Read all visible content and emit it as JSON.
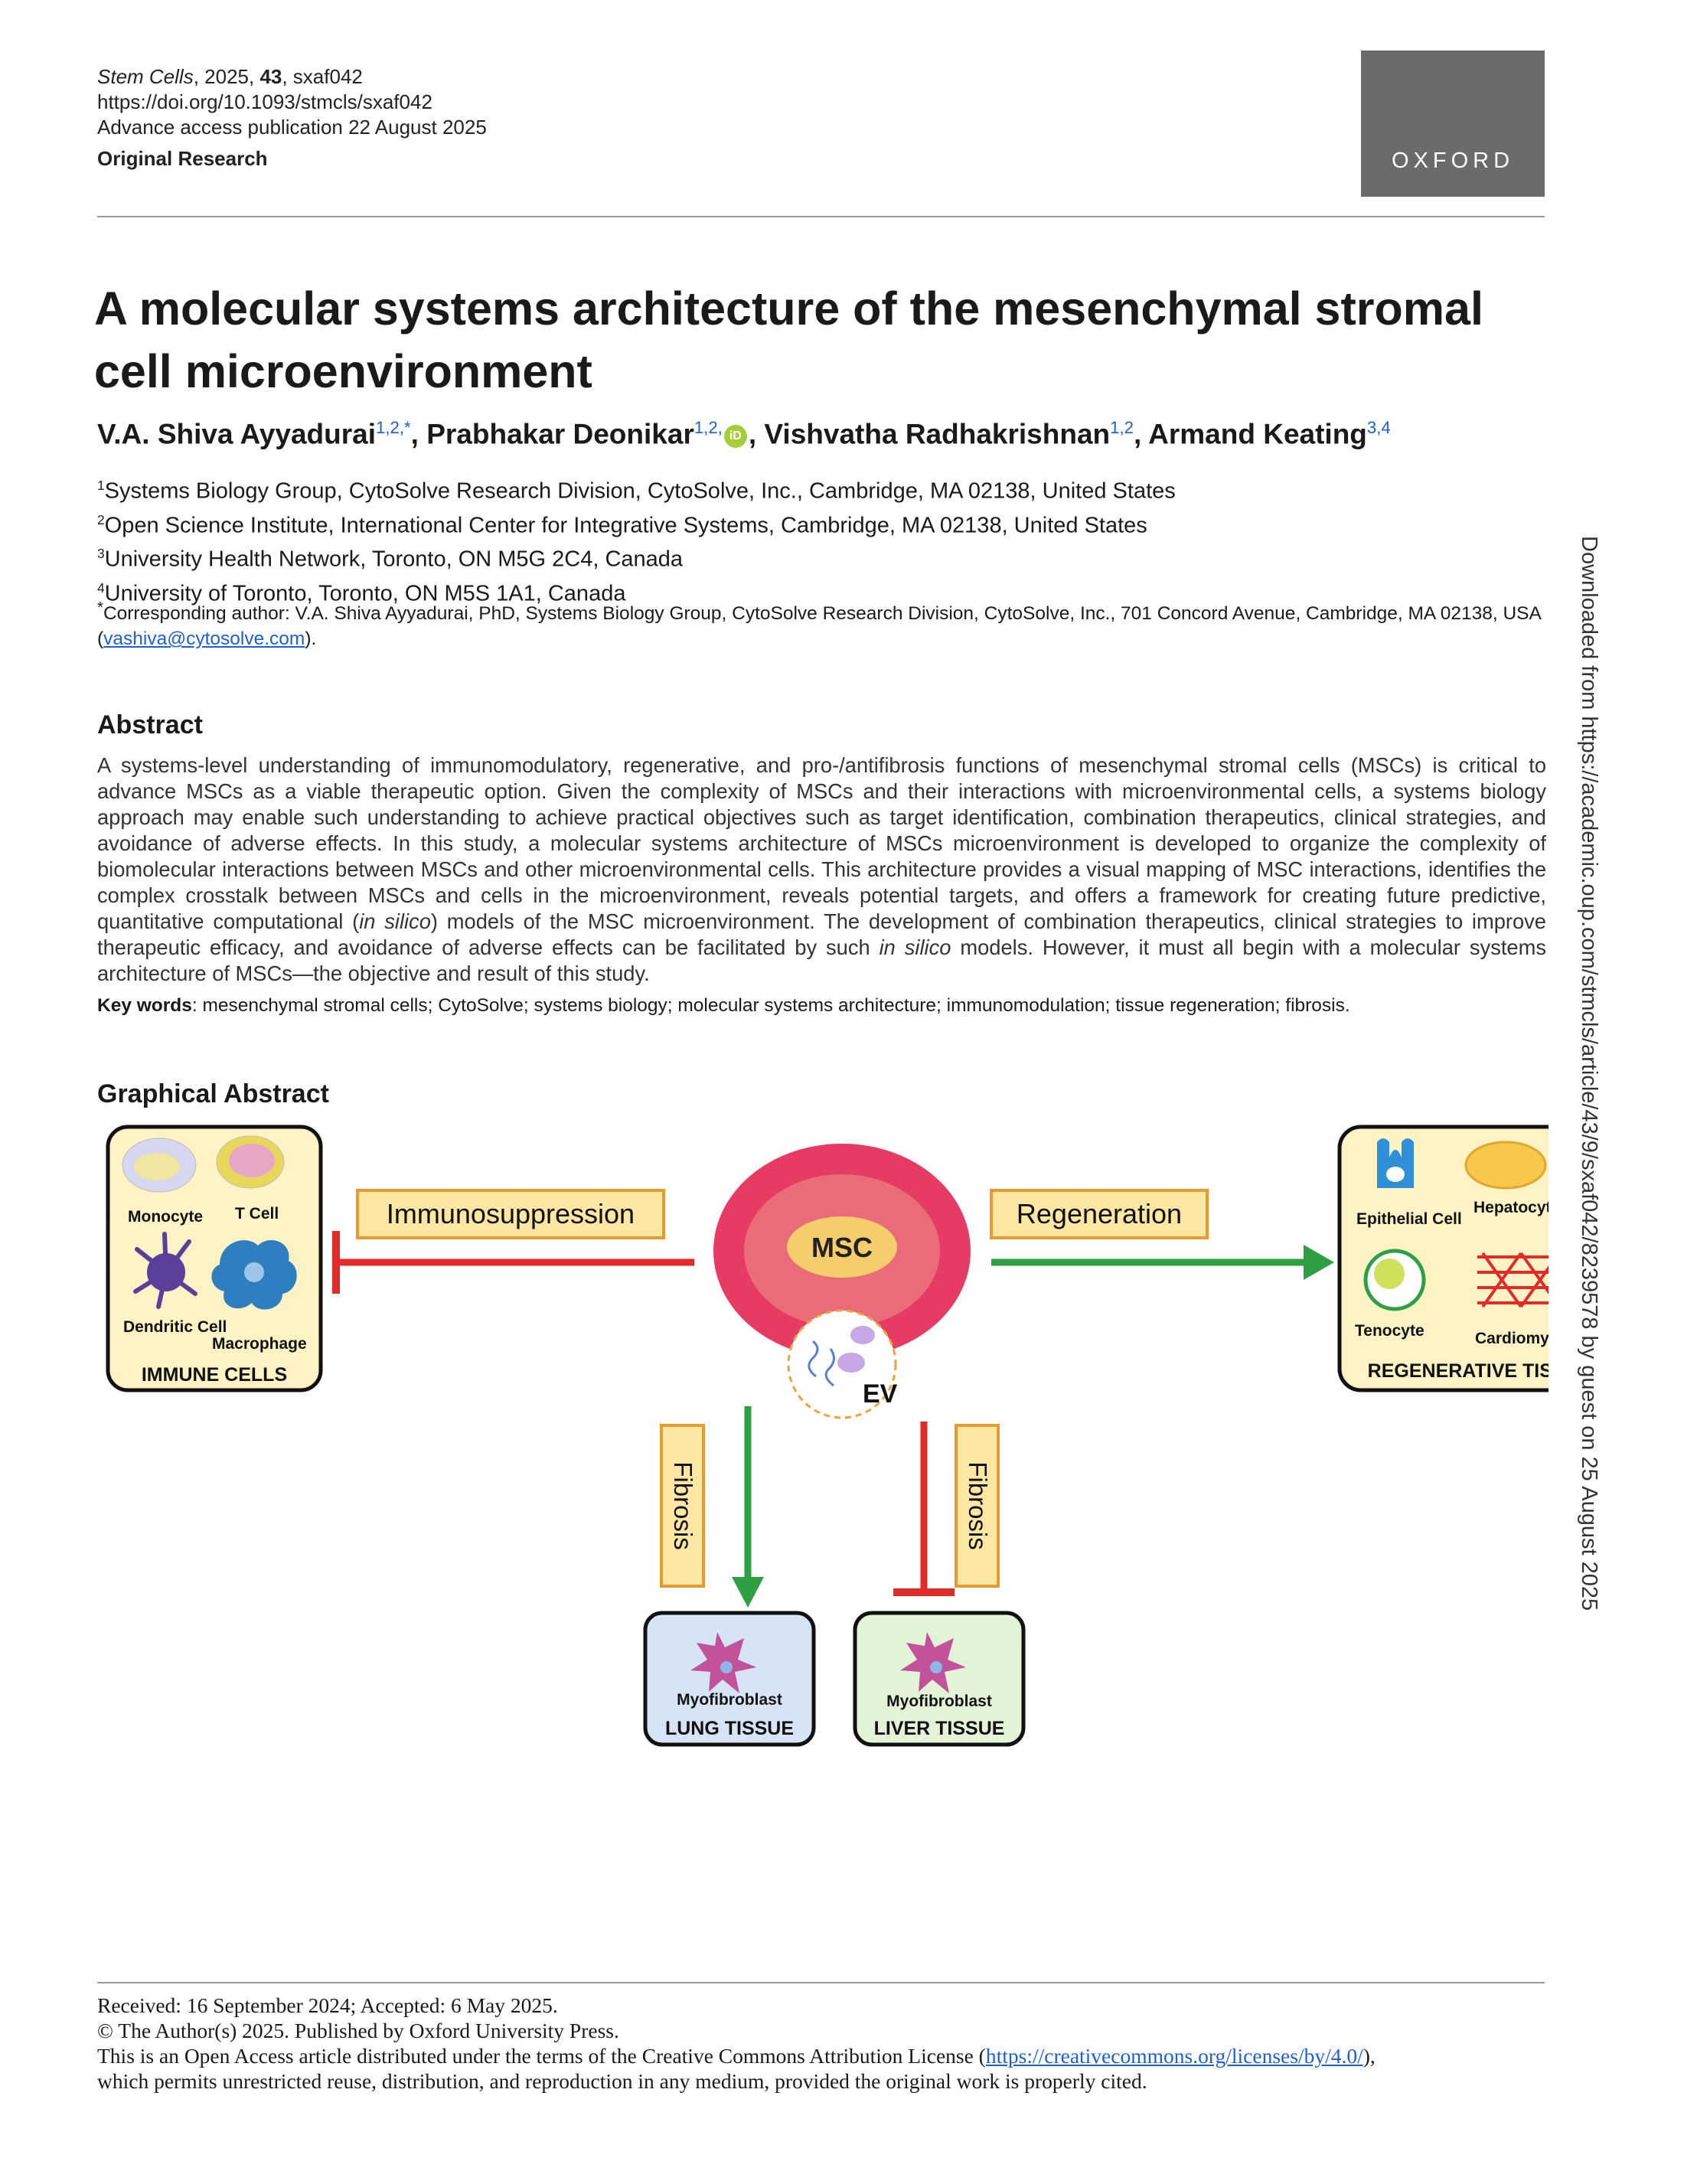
{
  "header": {
    "journal": "Stem Cells",
    "citation": ", 2025, ",
    "volume": "43",
    "article_id": ", sxaf042",
    "doi": "https://doi.org/10.1093/stmcls/sxaf042",
    "advance": "Advance access publication 22 August 2025",
    "type": "Original Research",
    "publisher_logo": "OXFORD"
  },
  "title": "A molecular systems architecture of the mesenchymal stromal cell microenvironment",
  "authors": [
    {
      "name": "V.A. Shiva Ayyadurai",
      "sup": "1,2,*",
      "sep": ", "
    },
    {
      "name": "Prabhakar Deonikar",
      "sup": "1,2,",
      "sep": ", "
    },
    {
      "name": "Vishvatha Radhakrishnan",
      "sup": "1,2",
      "sep": ", "
    },
    {
      "name": "Armand Keating",
      "sup": "3,4",
      "sep": ""
    }
  ],
  "affiliations": [
    {
      "num": "1",
      "text": "Systems Biology Group, CytoSolve Research Division, CytoSolve, Inc., Cambridge, MA 02138, United States"
    },
    {
      "num": "2",
      "text": "Open Science Institute, International Center for Integrative Systems, Cambridge, MA 02138, United States"
    },
    {
      "num": "3",
      "text": "University Health Network, Toronto, ON M5G 2C4, Canada"
    },
    {
      "num": "4",
      "text": "University of Toronto, Toronto, ON M5S 1A1, Canada"
    }
  ],
  "corresponding": {
    "mark": "*",
    "text": "Corresponding author: V.A. Shiva Ayyadurai, PhD, Systems Biology Group, CytoSolve Research Division, CytoSolve, Inc., 701 Concord Avenue, Cambridge, MA 02138, USA (",
    "email": "vashiva@cytosolve.com",
    "end": ")."
  },
  "abstract": {
    "heading": "Abstract",
    "p1": "A systems-level understanding of immunomodulatory, regenerative, and pro-/antifibrosis functions of mesenchymal stromal cells (MSCs) is critical to advance MSCs as a viable therapeutic option. Given the complexity of MSCs and their interactions with microenvironmental cells, a systems biology approach may enable such understanding to achieve practical objectives such as target identification, combination therapeutics, clinical strategies, and avoidance of adverse effects. In this study, a molecular systems architecture of MSCs microenvironment is developed to organize the complexity of biomolecular interactions between MSCs and other microenvironmental cells. This architecture provides a visual mapping of MSC interactions, identifies the complex crosstalk between MSCs and cells in the microenvironment, reveals potential targets, and offers a framework for creating future predictive, quantitative computational (",
    "i1": "in silico",
    "p2": ") models of the MSC microenvironment. The development of combination therapeutics, clinical strategies to improve therapeutic efficacy, and avoidance of adverse effects can be facilitated by such ",
    "i2": "in silico",
    "p3": " models. However, it must all begin with a molecular systems architecture of MSCs—the objective and result of this study."
  },
  "keywords": {
    "label": "Key words",
    "text": ": mesenchymal stromal cells; CytoSolve; systems biology; molecular systems architecture; immunomodulation; tissue regeneration; fibrosis."
  },
  "graphical_abstract": {
    "heading": "Graphical Abstract",
    "immune": {
      "monocyte": "Monocyte",
      "tcell": "T Cell",
      "dendritic": "Dendritic Cell",
      "macrophage": "Macrophage",
      "title": "IMMUNE CELLS"
    },
    "immunosuppression": "Immunosuppression",
    "msc": "MSC",
    "ev": "EV",
    "regeneration": "Regeneration",
    "regen": {
      "epithelial": "Epithelial Cell",
      "hepatocyte": "Hepatocyte",
      "tenocyte": "Tenocyte",
      "cardiomyocyte": "Cardiomyocyte",
      "title": "REGENERATIVE TISSUE"
    },
    "fibrosis_left": "Fibrosis",
    "fibrosis_right": "Fibrosis",
    "lung": {
      "cell": "Myofibroblast",
      "title": "LUNG TISSUE"
    },
    "liver": {
      "cell": "Myofibroblast",
      "title": "LIVER TISSUE"
    }
  },
  "sidebar": "Downloaded from https://academic.oup.com/stmcls/article/43/9/sxaf042/8239578 by guest on 25 August 2025",
  "footer": {
    "received": "Received: 16 September 2024; Accepted: 6 May 2025.",
    "copyright": "© The Author(s) 2025. Published by Oxford University Press.",
    "license_a": "This is an Open Access article distributed under the terms of the Creative Commons Attribution License (",
    "license_url": "https://creativecommons.org/licenses/by/4.0/",
    "license_b": "),",
    "license_c": "which permits unrestricted reuse, distribution, and reproduction in any medium, provided the original work is properly cited."
  }
}
